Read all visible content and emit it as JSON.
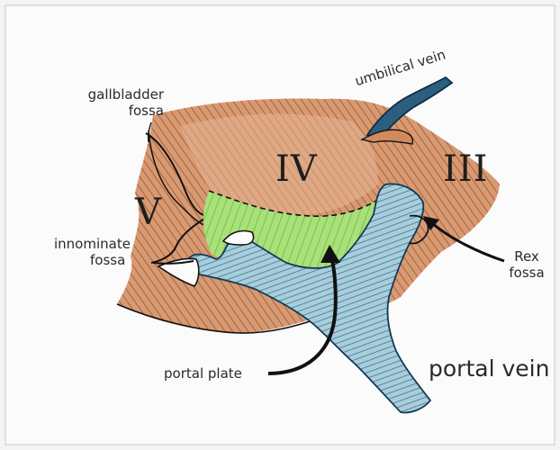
{
  "labels": {
    "gallbladder_fossa": [
      "gallbladder",
      "fossa"
    ],
    "umbilical_vein": "umbilical vein",
    "innominate_fossa": [
      "innominate",
      "fossa"
    ],
    "rex_fossa": [
      "Rex",
      "fossa"
    ],
    "portal_plate": "portal plate",
    "portal_vein": "portal vein"
  },
  "segments": {
    "seg_v": "V",
    "seg_iv": "IV",
    "seg_iii": "III"
  },
  "colors": {
    "liver": "#b45a28",
    "liver_light": "#d9946a",
    "portal_plate": "#9ad86a",
    "vein": "#9fc5d6",
    "vein_dark": "#1f4f70",
    "outline": "#111111",
    "paper": "#fbfbfb"
  }
}
